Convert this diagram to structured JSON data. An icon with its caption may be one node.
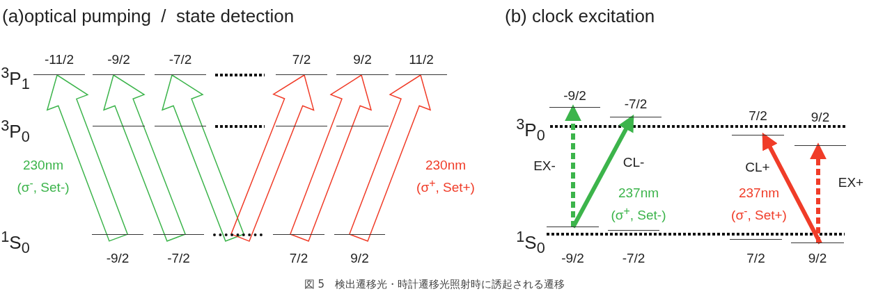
{
  "diagram": {
    "caption": "図 5　検出遷移光・時計遷移光照射時に誘起される遷移",
    "nodes": [
      {
        "text": [
          "-11/2"
        ]
      },
      {
        "text": [
          "-9/2"
        ]
      },
      {
        "text": [
          "-7/2"
        ]
      },
      {
        "text": [
          "7/2"
        ]
      },
      {
        "text": [
          "9/2"
        ]
      },
      {
        "text": [
          "11/2"
        ]
      },
      {
        "text": [],
        "shape": "bar"
      },
      {
        "text": [],
        "shape": "bar"
      },
      {
        "text": [],
        "shape": "bar"
      },
      {
        "text": [],
        "shape": "bar"
      },
      {
        "text": [
          "-9/2"
        ]
      },
      {
        "text": [
          "-7/2"
        ]
      },
      {
        "text": [],
        "shape": "bar"
      },
      {
        "text": [
          "7/2"
        ]
      },
      {
        "text": [
          "9/2"
        ]
      },
      {
        "text": [
          "-9/2"
        ]
      },
      {
        "text": [
          "-7/2"
        ]
      },
      {
        "text": [
          "7/2"
        ]
      },
      {
        "text": [
          "9/2"
        ]
      },
      {
        "text": [
          "-9/2"
        ]
      },
      {
        "text": [
          "-7/2"
        ]
      },
      {
        "text": [
          "7/2"
        ]
      },
      {
        "text": [
          "9/2"
        ]
      }
    ],
    "edges": [
      {
        "from": 10,
        "to": 0,
        "arrow": "to",
        "color": "#3cb44b"
      },
      {
        "from": 11,
        "to": 1,
        "arrow": "to",
        "color": "#3cb44b"
      },
      {
        "from": 12,
        "to": 2,
        "arrow": "to",
        "color": "#3cb44b"
      },
      {
        "from": 12,
        "to": 3,
        "arrow": "to",
        "color": "#f03c28"
      },
      {
        "from": 13,
        "to": 4,
        "arrow": "to",
        "color": "#f03c28"
      },
      {
        "from": 14,
        "to": 5,
        "arrow": "to",
        "color": "#f03c28"
      },
      {
        "from": 19,
        "to": 15,
        "arrow": "to",
        "label": "EX-",
        "style": "dashed",
        "color": "#3cb44b"
      },
      {
        "from": 19,
        "to": 16,
        "arrow": "to",
        "label": "CL-",
        "color": "#3cb44b"
      },
      {
        "from": 22,
        "to": 17,
        "arrow": "to",
        "label": "CL+",
        "color": "#f03c28"
      },
      {
        "from": 22,
        "to": 18,
        "arrow": "to",
        "label": "EX+",
        "style": "dashed",
        "color": "#f03c28"
      }
    ],
    "labels": [
      "(a)optical pumping  /  state detection",
      "(b) clock excitation",
      "$^{3}$P$_{1}$",
      "$^{3}$P$_{0}$",
      "230nm",
      "(σ$^{-}$, Set-)",
      "230nm",
      "(σ$^{+}$, Set+)",
      "$^{1}$S$_{0}$",
      "$^{3}$P$_{0}$",
      "237nm",
      "(σ$^{+}$, Set-)",
      "237nm",
      "(σ$^{-}$, Set+)",
      "$^{1}$S$_{0}$"
    ]
  }
}
